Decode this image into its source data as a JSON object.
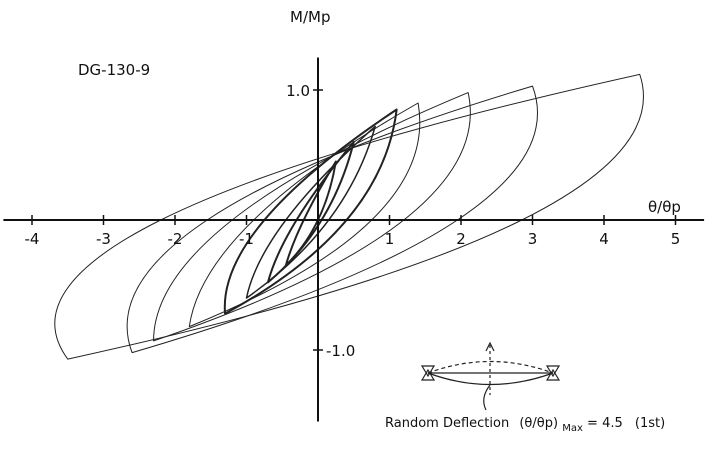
{
  "chart_data": {
    "type": "line",
    "title": "",
    "specimen_label": "DG-130-9",
    "xlabel": "θ/θp",
    "ylabel": "M/Mp",
    "xlim": [
      -4.4,
      5.4
    ],
    "ylim": [
      -1.55,
      1.25
    ],
    "x_ticks": [
      -4,
      -3,
      -2,
      -1,
      1,
      2,
      3,
      4,
      5
    ],
    "x_tick_labels": [
      "-4",
      "-3",
      "-2",
      "-1",
      "1",
      "2",
      "3",
      "4",
      "5"
    ],
    "y_ticks": [
      1.0,
      -1.0
    ],
    "y_tick_labels": [
      "1.0",
      "-1.0"
    ],
    "grid": false,
    "series": [
      {
        "x_min": -3.5,
        "y_min": -1.07,
        "x_max": 4.5,
        "y_max": 1.12,
        "x_zero_up": -2.2,
        "x_zero_down": 2.85,
        "weight": 1
      },
      {
        "x_min": -2.6,
        "y_min": -1.02,
        "x_max": 3.0,
        "y_max": 1.03,
        "x_zero_up": -1.55,
        "x_zero_down": 1.95,
        "weight": 1
      },
      {
        "x_min": -2.3,
        "y_min": -0.93,
        "x_max": 2.1,
        "y_max": 0.98,
        "x_zero_up": -1.2,
        "x_zero_down": 1.2,
        "weight": 1
      },
      {
        "x_min": -1.8,
        "y_min": -0.82,
        "x_max": 1.4,
        "y_max": 0.9,
        "x_zero_up": -0.9,
        "x_zero_down": 0.75,
        "weight": 1
      },
      {
        "x_min": -1.3,
        "y_min": -0.72,
        "x_max": 1.1,
        "y_max": 0.85,
        "x_zero_up": -0.75,
        "x_zero_down": 0.4,
        "weight": 2
      },
      {
        "x_min": -1.0,
        "y_min": -0.6,
        "x_max": 0.8,
        "y_max": 0.72,
        "x_zero_up": -0.45,
        "x_zero_down": 0.15,
        "weight": 1.5
      },
      {
        "x_min": -0.7,
        "y_min": -0.48,
        "x_max": 0.5,
        "y_max": 0.6,
        "x_zero_up": -0.3,
        "x_zero_down": 0.05,
        "weight": 2
      },
      {
        "x_min": -0.45,
        "y_min": -0.35,
        "x_max": 0.25,
        "y_max": 0.45,
        "x_zero_up": -0.2,
        "x_zero_down": 0.0,
        "weight": 2
      }
    ],
    "annotation": {
      "text_prefix": "Random Deflection",
      "ratio_num": "θ",
      "ratio_den": "θp",
      "subscript": "Max",
      "value": "= 4.5",
      "suffix": "(1st)"
    }
  }
}
